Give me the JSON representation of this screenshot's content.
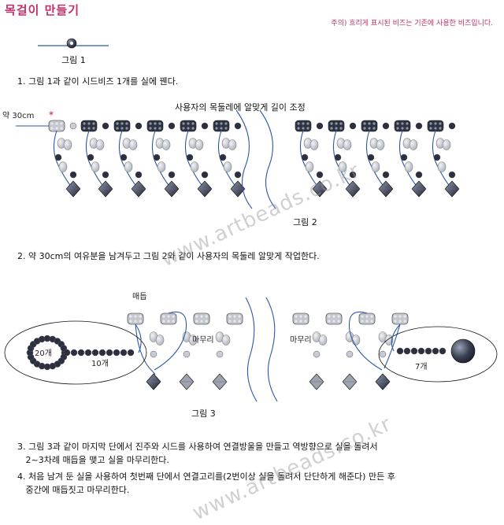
{
  "page": {
    "title": "목걸이 만들기",
    "note": "주의) 흐리게 표시된 비즈는 기존에 사용한 비즈입니다."
  },
  "figure1": {
    "label": "그림 1"
  },
  "figure2": {
    "label": "그림 2",
    "length_note": "약 30cm",
    "adjust_note": "사용자의 목둘레에 알맞게 길이 조정"
  },
  "figure3": {
    "label": "그림 3",
    "knot_label": "매듭",
    "finish_left": "마무리",
    "finish_right": "마무리",
    "count_20": "20개",
    "count_10": "10개",
    "count_7": "7개"
  },
  "steps": [
    "1. 그림 1과 같이 시드비즈 1개를 실에 꿴다.",
    "2. 약 30cm의 여유분을 남겨두고 그림 2와 같이 사용자의 목둘레 알맞게 작업한다.",
    "3. 그림 3과 같이 마지막 단에서 진주와 시드를 사용하여 연결방울을 만들고 역방향으로 실을 돌려서",
    "   2~3차례 매듭을 맺고 실을 마무리한다.",
    "4. 처음 남겨 둔 실을 사용하여 첫번째 단에서 연결고리를(2번이상 실을 돌려서 단단하게 해준다) 만든 후",
    "   중간에 매듭짓고 마무리한다."
  ],
  "watermark": "www.artbeads.co.kr",
  "colors": {
    "accent": "#c0306a",
    "bead_dark": "#3a4152",
    "bead_light": "#c8ccd4",
    "thread": "#2c58a8"
  }
}
